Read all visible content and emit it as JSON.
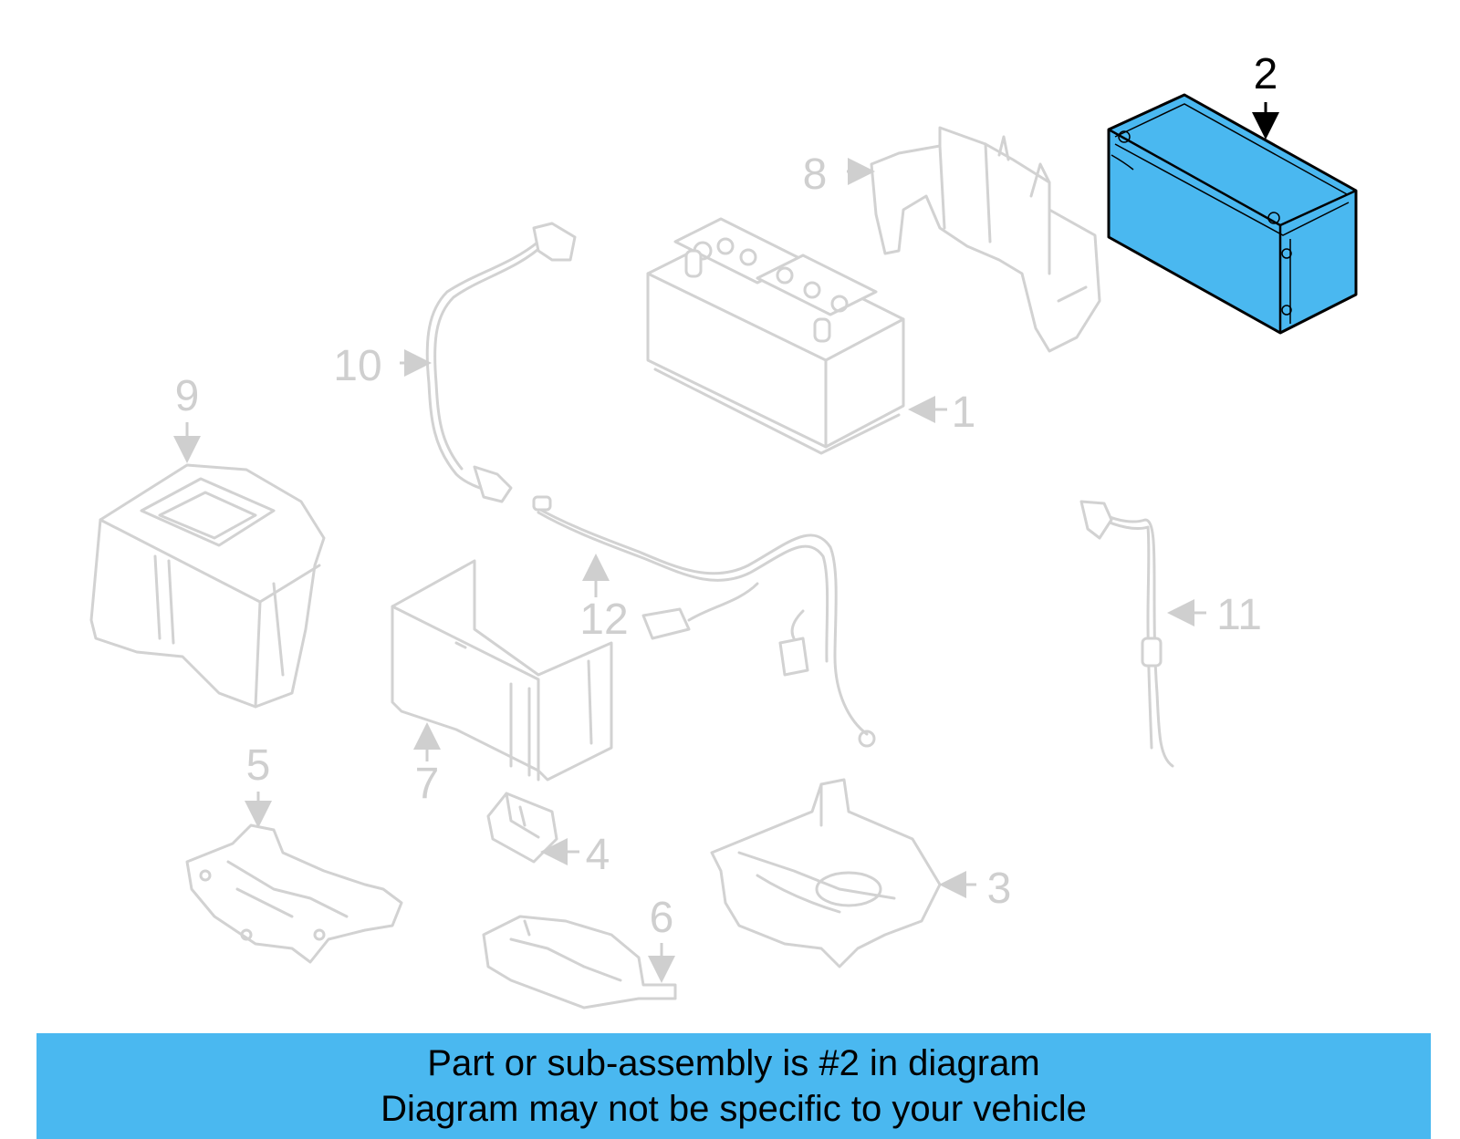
{
  "callouts": {
    "c1": "1",
    "c2": "2",
    "c3": "3",
    "c4": "4",
    "c5": "5",
    "c6": "6",
    "c7": "7",
    "c8": "8",
    "c9": "9",
    "c10": "10",
    "c11": "11",
    "c12": "12"
  },
  "highlighted_part": "2",
  "colors": {
    "highlight": "#4ab8f0",
    "parts_outline": "#d2d2d2",
    "callout_inactive": "#cfcfcf",
    "callout_active": "#000000",
    "banner": "#4ab8f0"
  },
  "banner": {
    "line1": "Part or sub-assembly is #2 in diagram",
    "line2": "Diagram may not be specific to your vehicle"
  }
}
